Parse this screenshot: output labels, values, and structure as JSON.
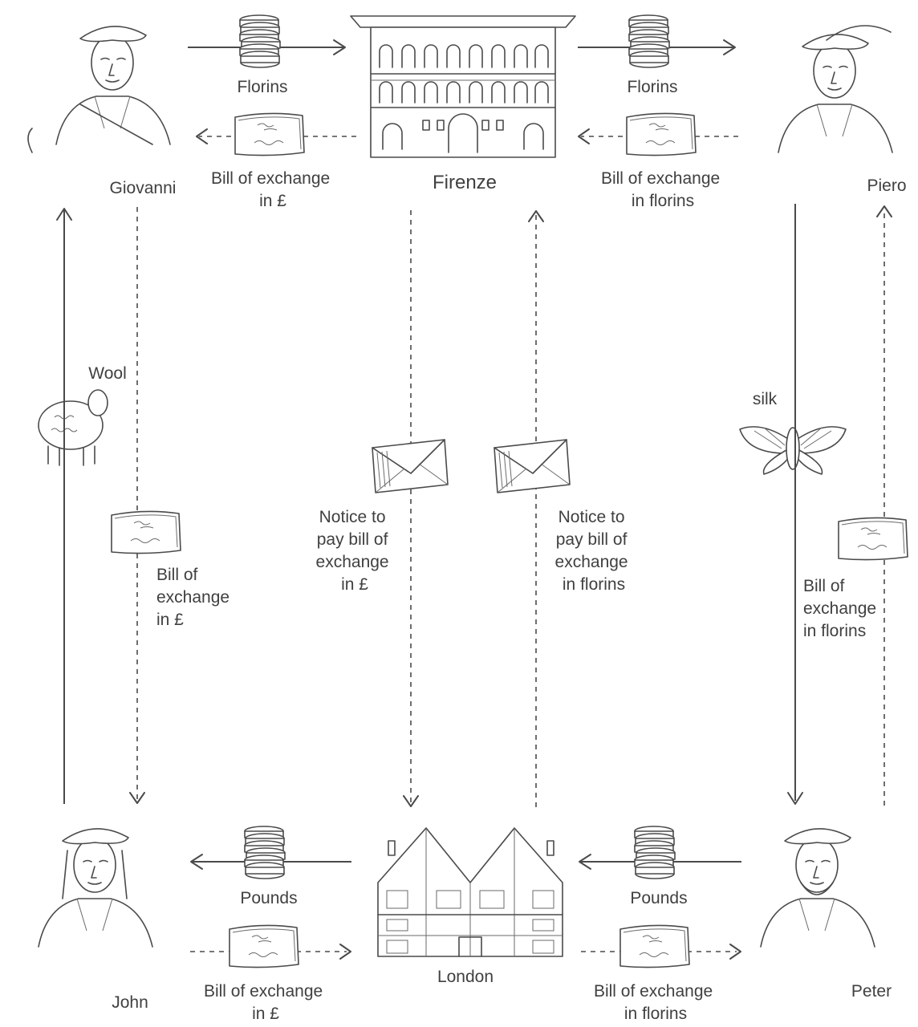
{
  "people": {
    "giovanni": "Giovanni",
    "piero": "Piero",
    "john": "John",
    "peter": "Peter"
  },
  "places": {
    "firenze": "Firenze",
    "london": "London"
  },
  "flows": {
    "florins_left": "Florins",
    "florins_right": "Florins",
    "pounds_left": "Pounds",
    "pounds_right": "Pounds",
    "wool": "Wool",
    "silk": "silk"
  },
  "bills": {
    "top_left": [
      "Bill of exchange",
      "in £"
    ],
    "top_right": [
      "Bill of exchange",
      "in florins"
    ],
    "bottom_left": [
      "Bill of exchange",
      "in £"
    ],
    "bottom_right": [
      "Bill of exchange",
      "in florins"
    ],
    "left_side": [
      "Bill of",
      "exchange",
      "in £"
    ],
    "right_side": [
      "Bill of",
      "exchange",
      "in florins"
    ]
  },
  "notices": {
    "pounds": [
      "Notice to",
      "pay bill of",
      "exchange",
      "in £"
    ],
    "florins": [
      "Notice to",
      "pay bill of",
      "exchange",
      "in florins"
    ]
  }
}
